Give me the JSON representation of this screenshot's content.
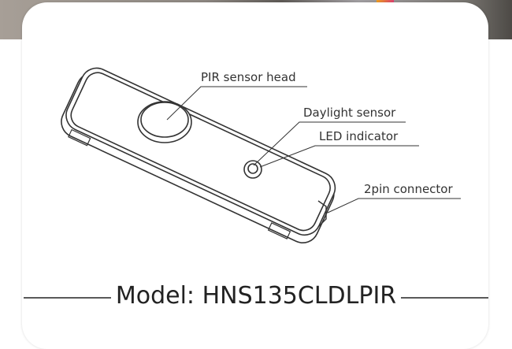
{
  "labels": {
    "pir": "PIR sensor head",
    "daylight": "Daylight sensor",
    "led": "LED indicator",
    "connector": "2pin connector"
  },
  "model": "Model: HNS135CLDLPIR"
}
